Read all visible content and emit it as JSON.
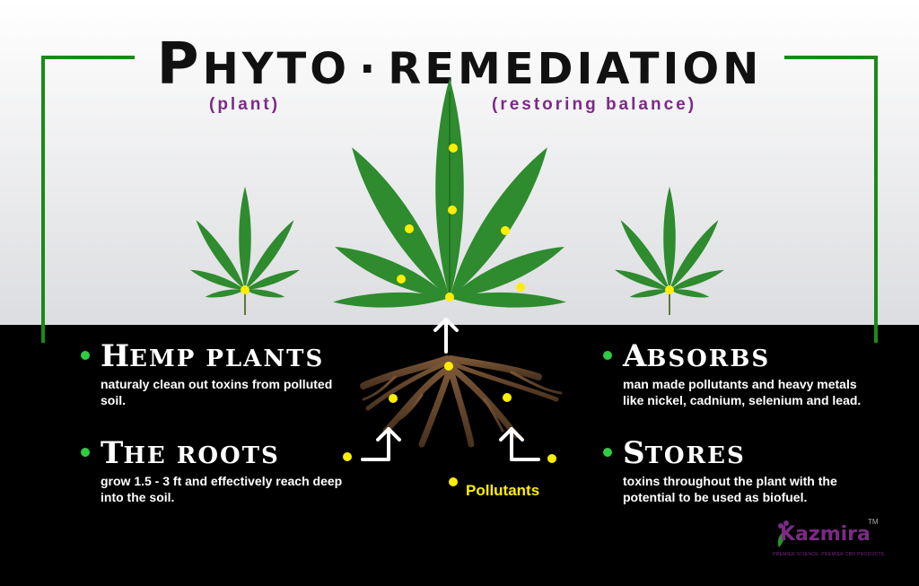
{
  "title": {
    "first_letter": "P",
    "part1": "HYTO",
    "separator": "·",
    "part2": "REMEDIATION"
  },
  "subtitles": {
    "left": "(plant)",
    "right": "(restoring balance)"
  },
  "points": [
    {
      "head_cap": "H",
      "head_rest": "EMP PLANTS",
      "text": "naturaly clean out toxins from polluted soil."
    },
    {
      "head_cap": "T",
      "head_rest": "HE ROOTS",
      "text": "grow 1.5 - 3 ft and effectively reach deep into the soil."
    },
    {
      "head_cap": "A",
      "head_rest": "BSORBS",
      "text": "man made pollutants and heavy metals like nickel, cadnium, selenium and lead."
    },
    {
      "head_cap": "S",
      "head_rest": "TORES",
      "text": "toxins throughout the plant with the potential to be used as biofuel."
    }
  ],
  "pollutants_label": "Pollutants",
  "logo": {
    "name": "Kazmira",
    "tm": "TM",
    "tagline": "PREMIER SCIENCE. PREMIER CBD PRODUCTS."
  },
  "colors": {
    "leaf": "#2e8b2e",
    "leaf_dark": "#1f6b1f",
    "bracket": "#1a8a1a",
    "accent": "#7b2a86",
    "dot": "#ffee00",
    "bullet": "#2ecc40",
    "root": "#6b4a2e"
  }
}
